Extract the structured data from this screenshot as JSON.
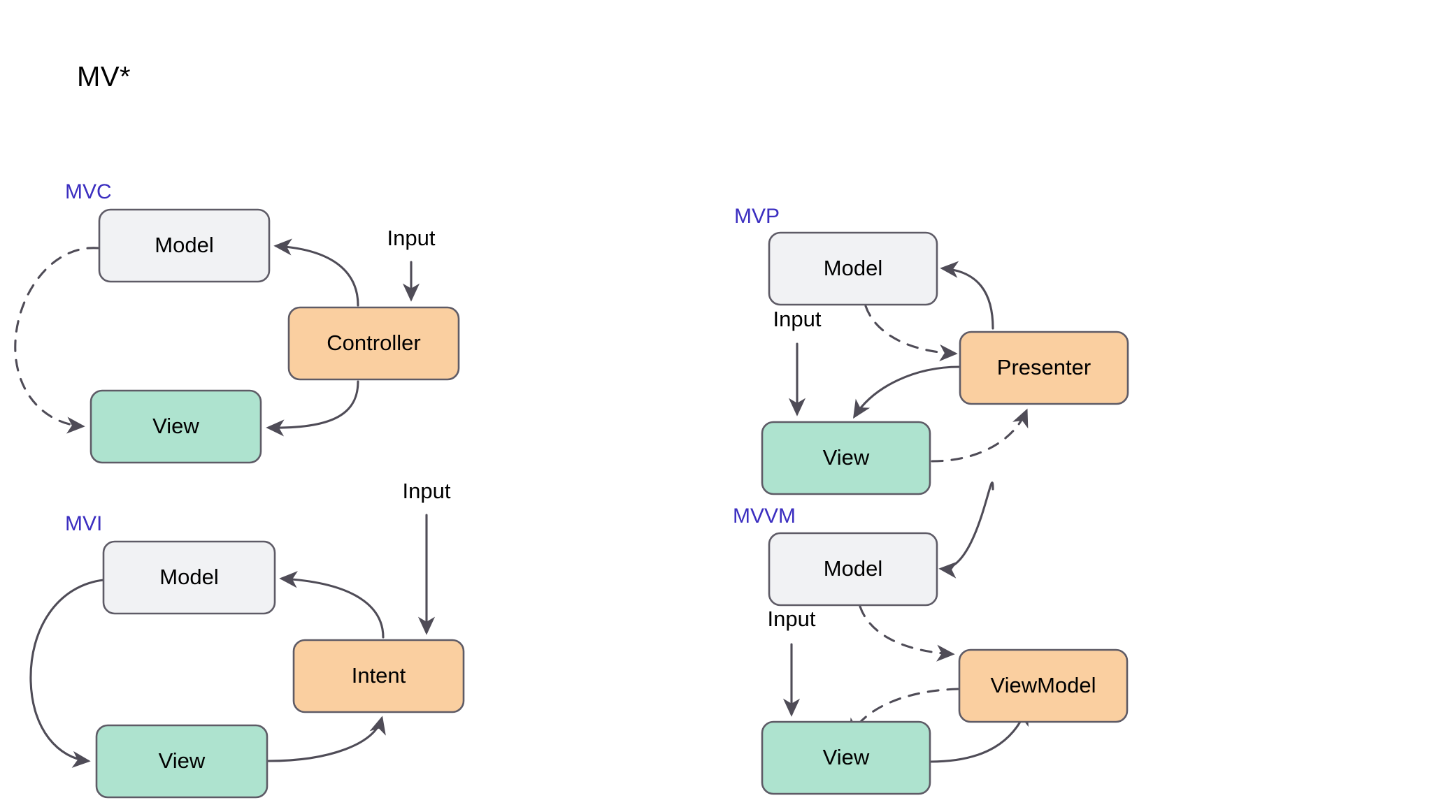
{
  "page": {
    "title": "MV*",
    "background": "#ffffff"
  },
  "colors": {
    "label_blue": "#3B2EC0",
    "model_fill": "#F1F2F4",
    "accent_fill": "#FACFA0",
    "view_fill": "#AEE3CF",
    "box_stroke": "#5E5B66",
    "edge_stroke": "#4F4C57",
    "text": "#000000"
  },
  "diagrams": [
    {
      "id": "mvc",
      "label": "MVC",
      "nodes": {
        "model": "Model",
        "controller": "Controller",
        "view": "View"
      },
      "input_label": "Input",
      "edges": [
        {
          "from": "Input",
          "to": "Controller",
          "style": "solid"
        },
        {
          "from": "Controller",
          "to": "Model",
          "style": "solid"
        },
        {
          "from": "Controller",
          "to": "View",
          "style": "solid"
        },
        {
          "from": "Model",
          "to": "View",
          "style": "dashed"
        }
      ]
    },
    {
      "id": "mvp",
      "label": "MVP",
      "nodes": {
        "model": "Model",
        "presenter": "Presenter",
        "view": "View"
      },
      "input_label": "Input",
      "edges": [
        {
          "from": "Input",
          "to": "View",
          "style": "solid"
        },
        {
          "from": "Presenter",
          "to": "Model",
          "style": "solid"
        },
        {
          "from": "Model",
          "to": "Presenter",
          "style": "dashed"
        },
        {
          "from": "Presenter",
          "to": "View",
          "style": "solid"
        },
        {
          "from": "View",
          "to": "Presenter",
          "style": "dashed"
        }
      ]
    },
    {
      "id": "mvi",
      "label": "MVI",
      "nodes": {
        "model": "Model",
        "intent": "Intent",
        "view": "View"
      },
      "input_label": "Input",
      "edges": [
        {
          "from": "Input",
          "to": "Intent",
          "style": "solid"
        },
        {
          "from": "Intent",
          "to": "Model",
          "style": "solid"
        },
        {
          "from": "Model",
          "to": "View",
          "style": "solid"
        },
        {
          "from": "View",
          "to": "Intent",
          "style": "solid"
        }
      ]
    },
    {
      "id": "mvvm",
      "label": "MVVM",
      "nodes": {
        "model": "Model",
        "viewmodel": "ViewModel",
        "view": "View"
      },
      "input_label": "Input",
      "edges": [
        {
          "from": "Input",
          "to": "View",
          "style": "solid"
        },
        {
          "from": "ViewModel",
          "to": "Model",
          "style": "solid"
        },
        {
          "from": "Model",
          "to": "ViewModel",
          "style": "dashed"
        },
        {
          "from": "ViewModel",
          "to": "View",
          "style": "dashed"
        },
        {
          "from": "View",
          "to": "ViewModel",
          "style": "solid"
        }
      ]
    }
  ]
}
